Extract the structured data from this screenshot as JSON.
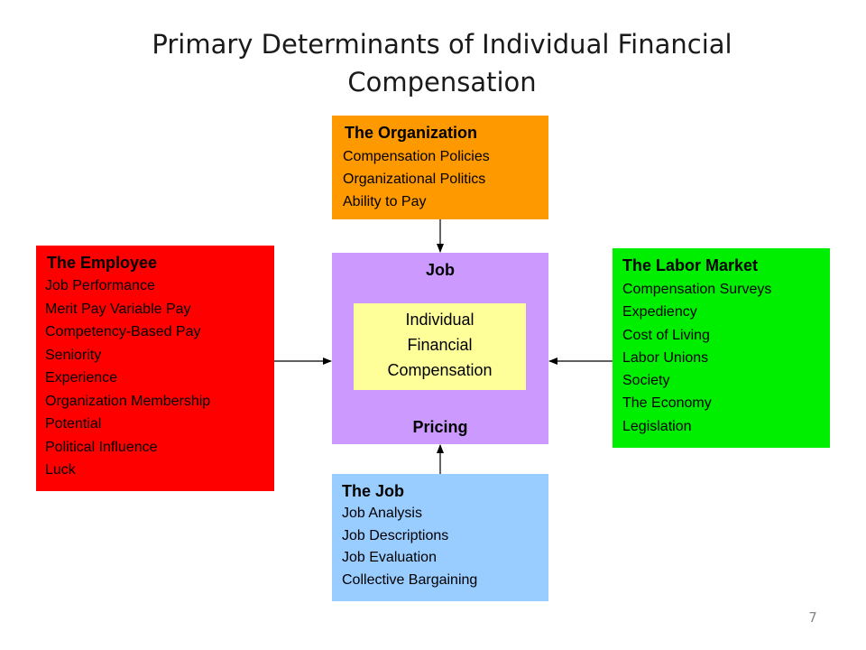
{
  "title": "Primary Determinants of Individual Financial\nCompensation",
  "colors": {
    "organization": "#ff9900",
    "employee": "#ff0000",
    "labor_market": "#00ee00",
    "job": "#99ccff",
    "pricing": "#cc99ff",
    "center": "#ffff99",
    "arrow": "#000000"
  },
  "organization": {
    "heading": "The Organization",
    "items": [
      "Compensation Policies",
      "Organizational Politics",
      "Ability to Pay"
    ]
  },
  "employee": {
    "heading": "The Employee",
    "items": [
      "Job Performance",
      "Merit Pay Variable Pay",
      "Competency-Based Pay",
      "Seniority",
      "Experience",
      "Organization Membership",
      "Potential",
      "Political Influence",
      "Luck"
    ]
  },
  "labor_market": {
    "heading": "The Labor Market",
    "items": [
      "Compensation Surveys",
      "Expediency",
      "Cost of Living",
      "Labor Unions",
      "Society",
      "The Economy",
      "Legislation"
    ]
  },
  "job": {
    "heading": "The Job",
    "items": [
      "Job Analysis",
      "Job Descriptions",
      "Job Evaluation",
      "Collective Bargaining"
    ]
  },
  "pricing": {
    "top_label": "Job",
    "bottom_label": "Pricing",
    "center_lines": [
      "Individual",
      "Financial",
      "Compensation"
    ]
  },
  "page_number": "7"
}
